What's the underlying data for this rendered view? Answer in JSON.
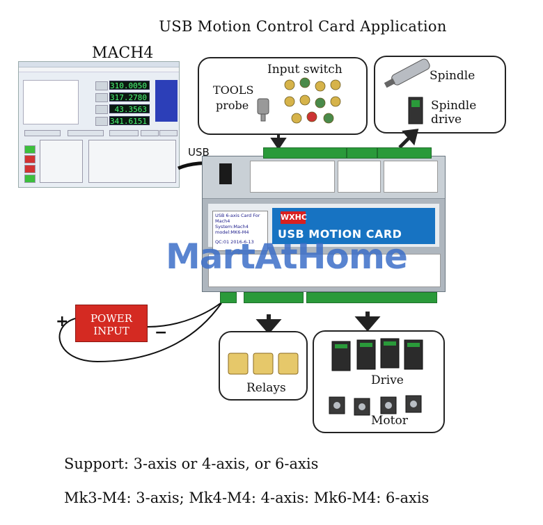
{
  "title": "USB Motion Control Card Application",
  "mach4": {
    "label": "MACH4",
    "dro_values": [
      "310.0050",
      "317.2780",
      "43.3563",
      "341.6151"
    ]
  },
  "usb_label": "USB",
  "input_panel": {
    "switch_label": "Input switch",
    "tools_label": "TOOLS",
    "probe_label": "probe"
  },
  "spindle_panel": {
    "spindle_label": "Spindle",
    "drive_label": "Spindle drive"
  },
  "card": {
    "name": "USB MOTION CARD",
    "logo": "WXHC",
    "sticker_lines": [
      "USB 6-axis Card For Mach4",
      "System:Mach4",
      "model:MK6-M4",
      "QC:01   2016-6-13"
    ]
  },
  "watermark": "MartAtHome",
  "power": {
    "line1": "POWER",
    "line2": "INPUT",
    "plus": "+",
    "minus": "−"
  },
  "relays_label": "Relays",
  "drive_label": "Drive",
  "motor_label": "Motor",
  "support_text": "Support: 3-axis or 4-axis,  or 6-axis",
  "models_text": "Mk3-M4: 3-axis; Mk4-M4: 4-axis: Mk6-M4: 6-axis",
  "colors": {
    "card_blue": "#1773c2",
    "terminal_green": "#2a9a3a",
    "power_red": "#d42a22",
    "dro_green": "#4cff7a"
  }
}
